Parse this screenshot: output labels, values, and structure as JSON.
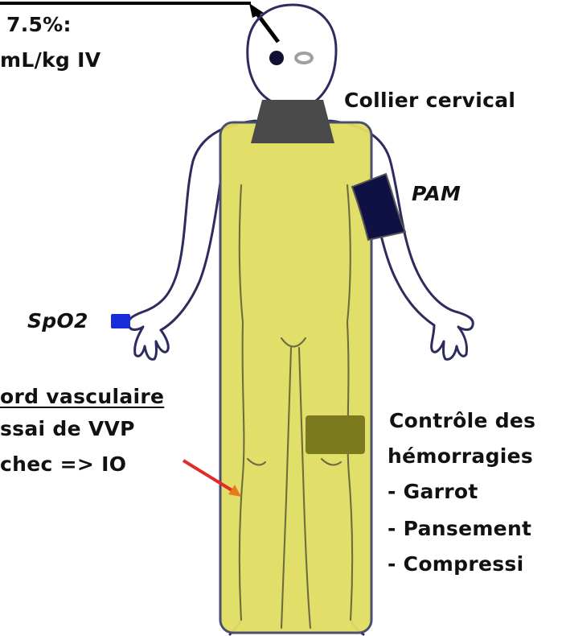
{
  "labels": {
    "hypertonic_line1": "7.5%:",
    "hypertonic_line2": "mL/kg IV",
    "collar": "Collier cervical",
    "bp_cuff": "PAM",
    "spo2": "SpO2",
    "vascular_title": "ord vasculaire",
    "vascular_line1": "ssai de VVP",
    "vascular_line2": "chec => IO",
    "hemorrhage_title1": "Contrôle des",
    "hemorrhage_title2": "hémorragies",
    "hemorrhage_items": [
      "- Garrot",
      "- Pansement",
      "- Compressi"
    ]
  },
  "colors": {
    "body_outline": "#2c2c5e",
    "backboard_fill": "#e1dd64",
    "backboard_stroke": "#4a4f72",
    "collar": "#4a4a4a",
    "bp_cuff": "#0f1144",
    "spo2_probe": "#1a2bd8",
    "hemostatic_dressing": "#7c7a1e",
    "io_arrow": "#e02c2c",
    "io_arrowhead": "#e87a1c",
    "eye_dark": "#101030",
    "eye_light": "#a0a0a0"
  }
}
